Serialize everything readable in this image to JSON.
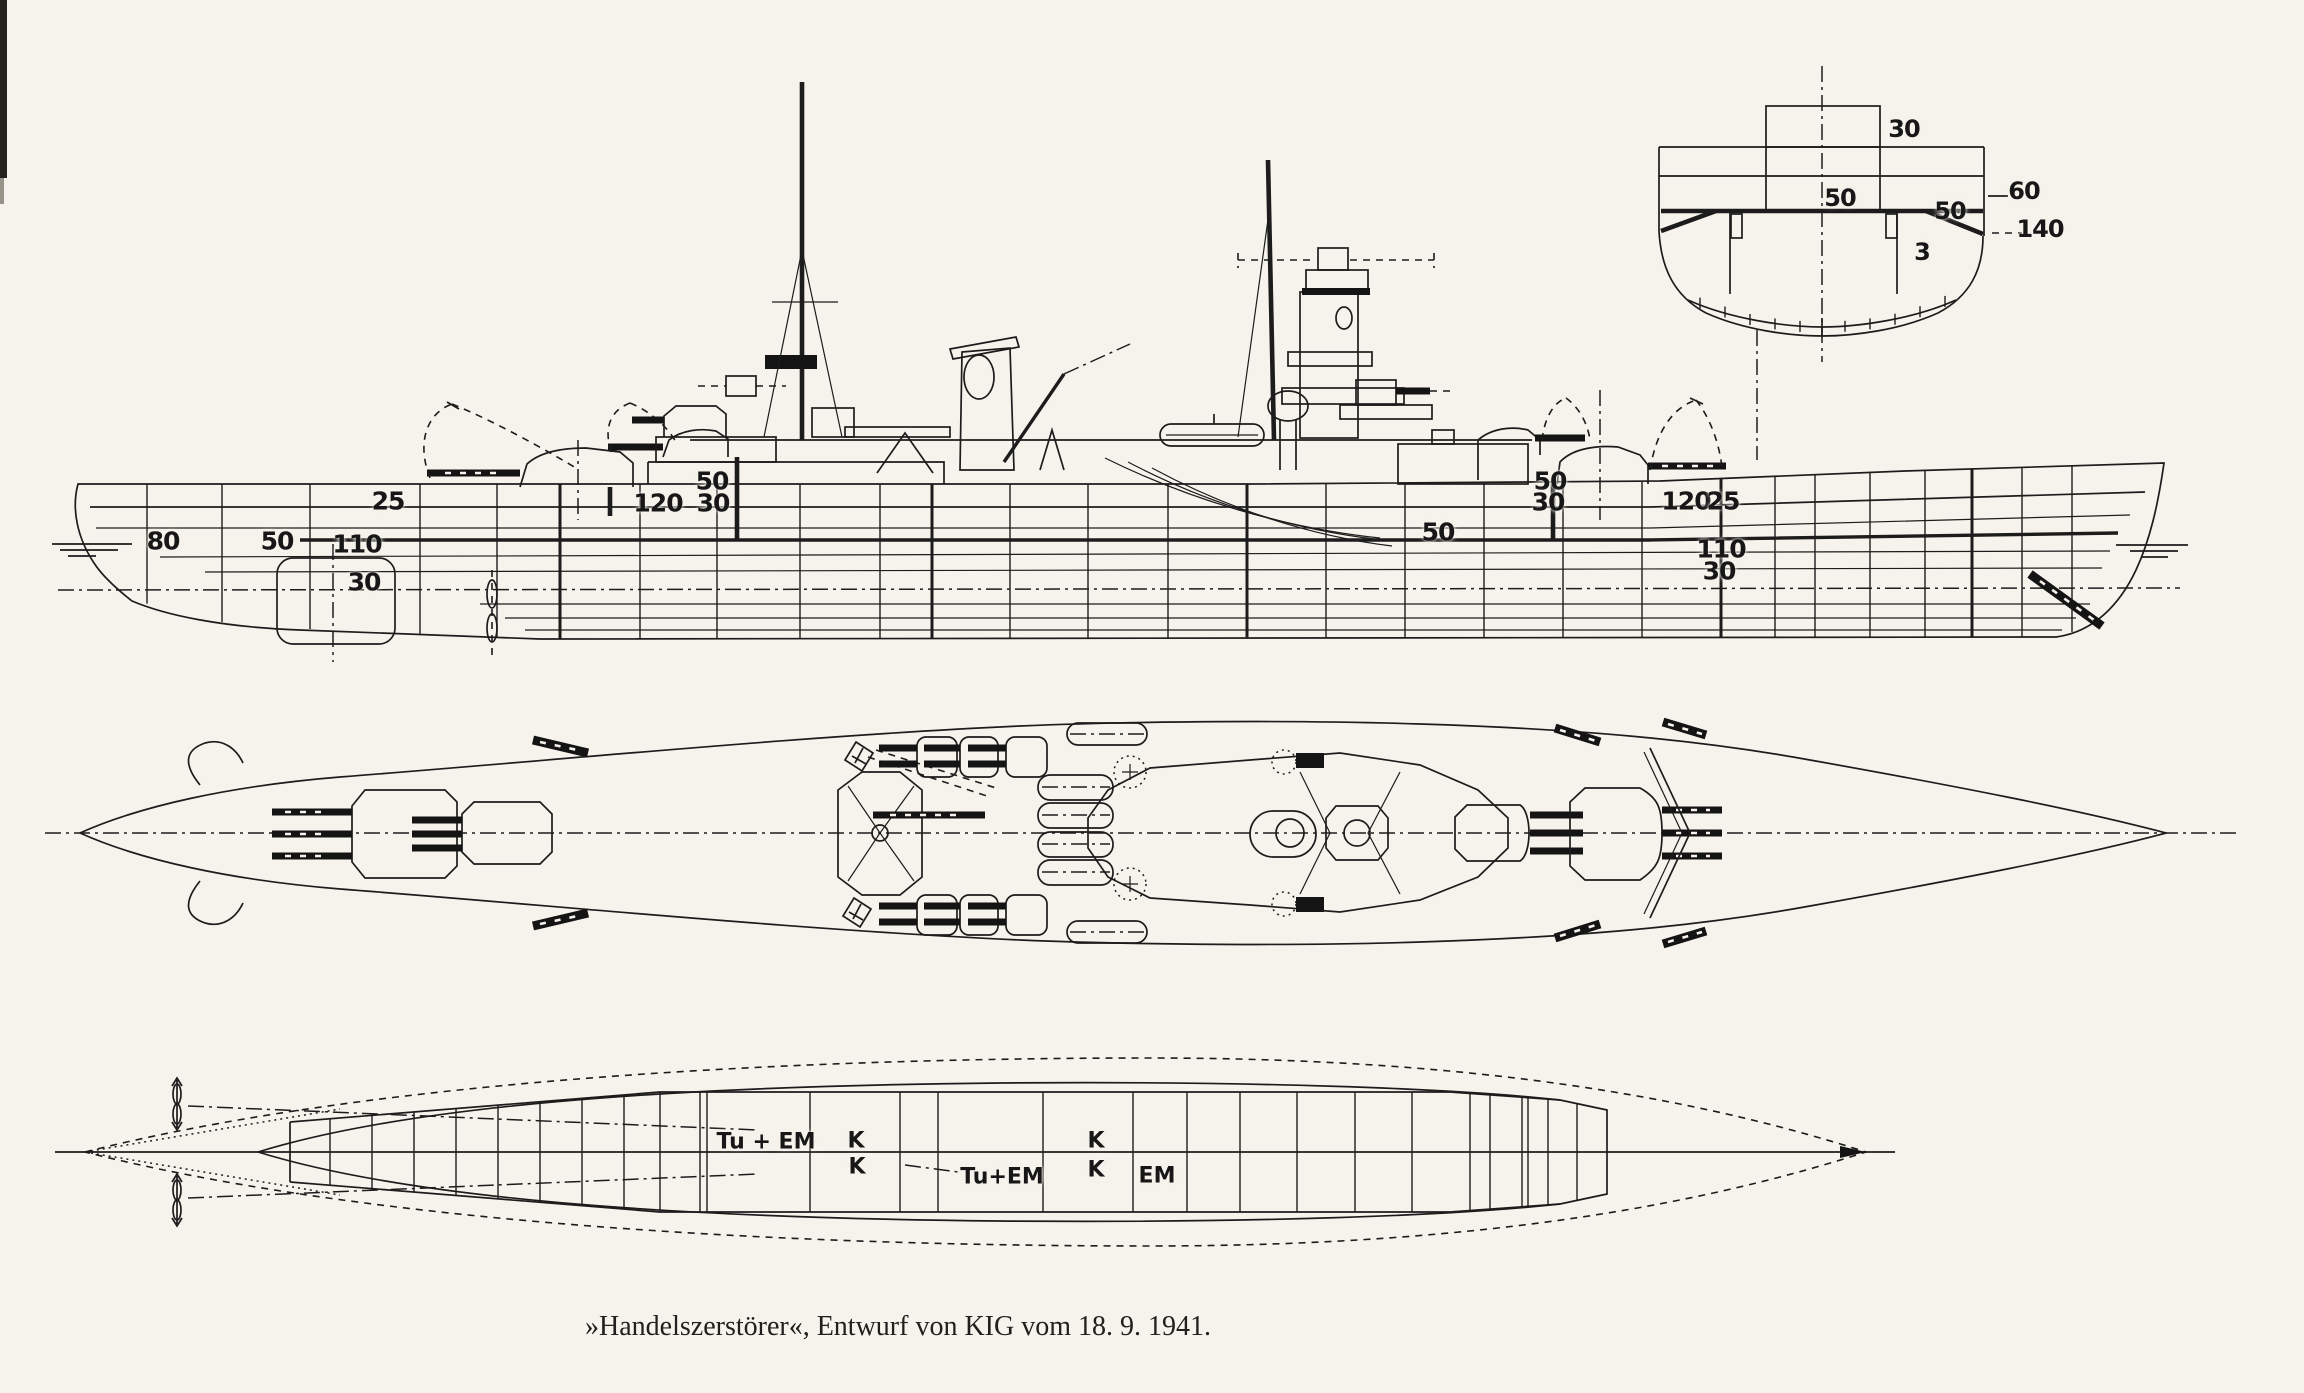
{
  "page": {
    "background": "#f6f3ec",
    "ink": "#1c1c1c"
  },
  "caption": "»Handelszerstörer«, Entwurf von KIG vom 18. 9. 1941.",
  "side_view": {
    "description": "side elevation with armor thickness values (mm)",
    "armor_labels": [
      "25",
      "80",
      "50",
      "110",
      "30",
      "120",
      "50",
      "30",
      "50",
      "50",
      "30",
      "120",
      "25",
      "110",
      "30"
    ]
  },
  "cross_section": {
    "description": "midship section with armor thickness values (mm)",
    "armor_labels": [
      "30",
      "50",
      "50",
      "60",
      "140",
      "3"
    ]
  },
  "armor_deck_plan": {
    "description": "armored deck plan compartment labels",
    "compartment_labels": [
      "Tu + EM",
      "K",
      "K",
      "Tu+EM",
      "K",
      "K",
      "EM"
    ]
  }
}
